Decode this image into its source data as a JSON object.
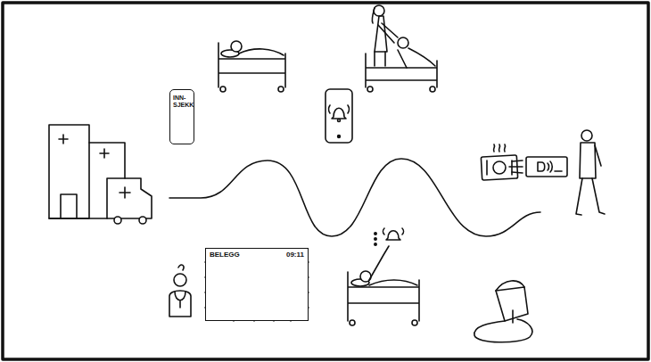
{
  "diagram": {
    "nodes": [
      {
        "text": [
          "INN- SJEKK"
        ]
      },
      {
        "text": [
          "BELEGG",
          "09:11"
        ]
      }
    ]
  }
}
